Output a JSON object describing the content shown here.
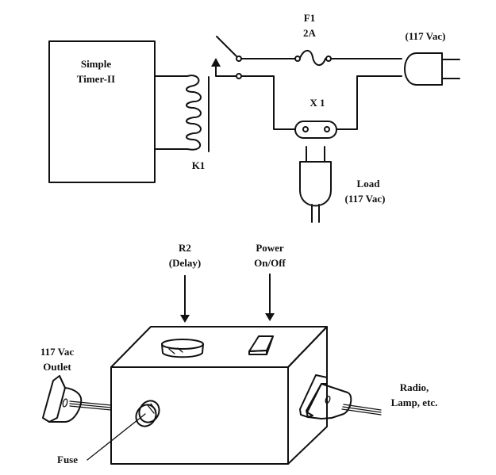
{
  "schematic": {
    "timer_block": {
      "line1": "Simple",
      "line2": "Timer-II"
    },
    "relay": {
      "label": "K1"
    },
    "fuse": {
      "line1": "F1",
      "line2": "2A"
    },
    "line_plug": {
      "label": "(117 Vac)"
    },
    "socket": {
      "label": "X 1"
    },
    "load": {
      "line1": "Load",
      "line2": "(117 Vac)"
    }
  },
  "enclosure": {
    "delay_knob": {
      "line1": "R2",
      "line2": "(Delay)"
    },
    "power_switch": {
      "line1": "Power",
      "line2": "On/Off"
    },
    "outlet": {
      "line1": "117 Vac",
      "line2": "Outlet"
    },
    "load_plug": {
      "line1": "Radio,",
      "line2": "Lamp, etc."
    },
    "fuse_holder": {
      "label": "Fuse"
    }
  }
}
